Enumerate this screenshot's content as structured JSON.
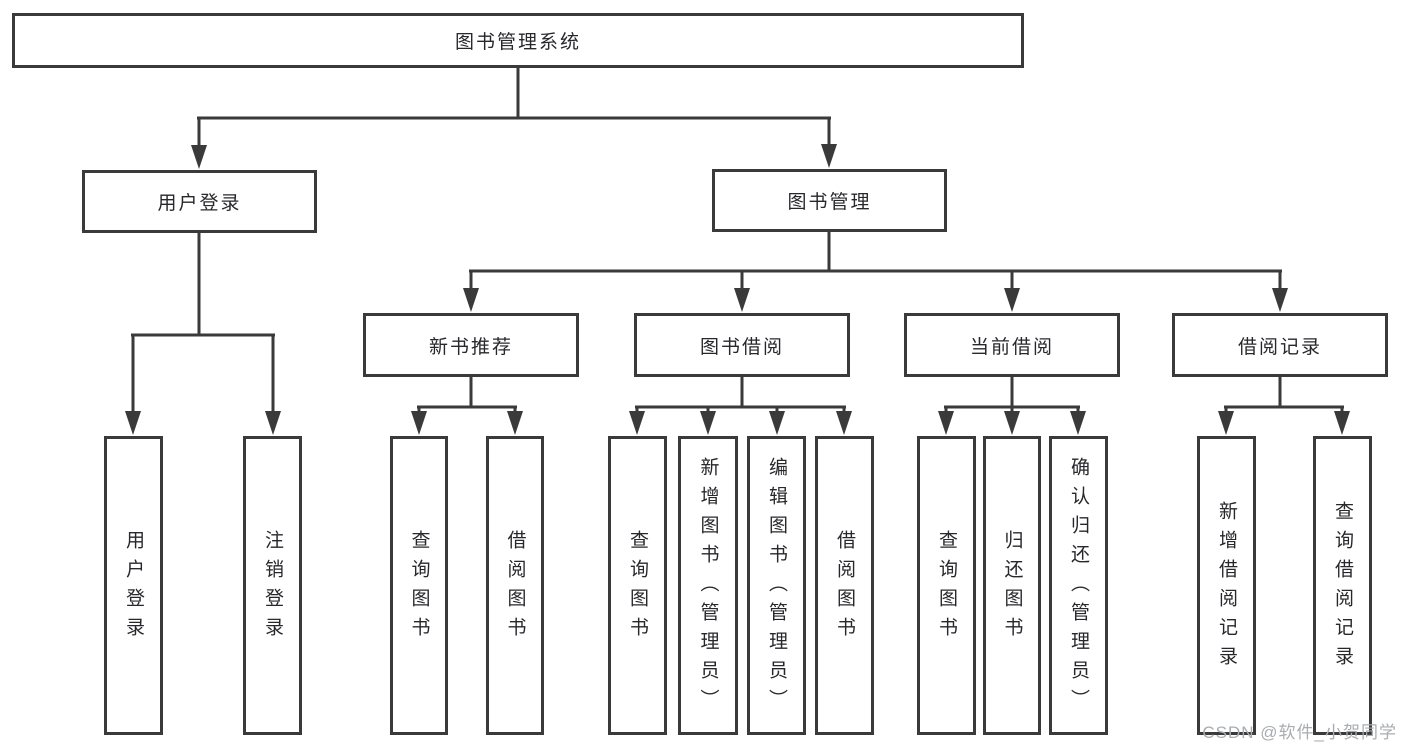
{
  "tree": {
    "label": "图书管理系统",
    "children": [
      {
        "label": "用户登录",
        "children": [
          {
            "label": "用户登录"
          },
          {
            "label": "注销登录"
          }
        ]
      },
      {
        "label": "图书管理",
        "children": [
          {
            "label": "新书推荐",
            "children": [
              {
                "label": "查询图书"
              },
              {
                "label": "借阅图书"
              }
            ]
          },
          {
            "label": "图书借阅",
            "children": [
              {
                "label": "查询图书"
              },
              {
                "label": "新增图书（管理员）"
              },
              {
                "label": "编辑图书（管理员）"
              },
              {
                "label": "借阅图书"
              }
            ]
          },
          {
            "label": "当前借阅",
            "children": [
              {
                "label": "查询图书"
              },
              {
                "label": "归还图书"
              },
              {
                "label": "确认归还（管理员）"
              }
            ]
          },
          {
            "label": "借阅记录",
            "children": [
              {
                "label": "新增借阅记录"
              },
              {
                "label": "查询借阅记录"
              }
            ]
          }
        ]
      }
    ]
  },
  "watermark": {
    "text": "CSDN @软件_小贺同学"
  },
  "colors": {
    "line": "#3a3a3a",
    "text": "#28282c",
    "watermark": "#a9acb1",
    "background": "#ffffff"
  }
}
